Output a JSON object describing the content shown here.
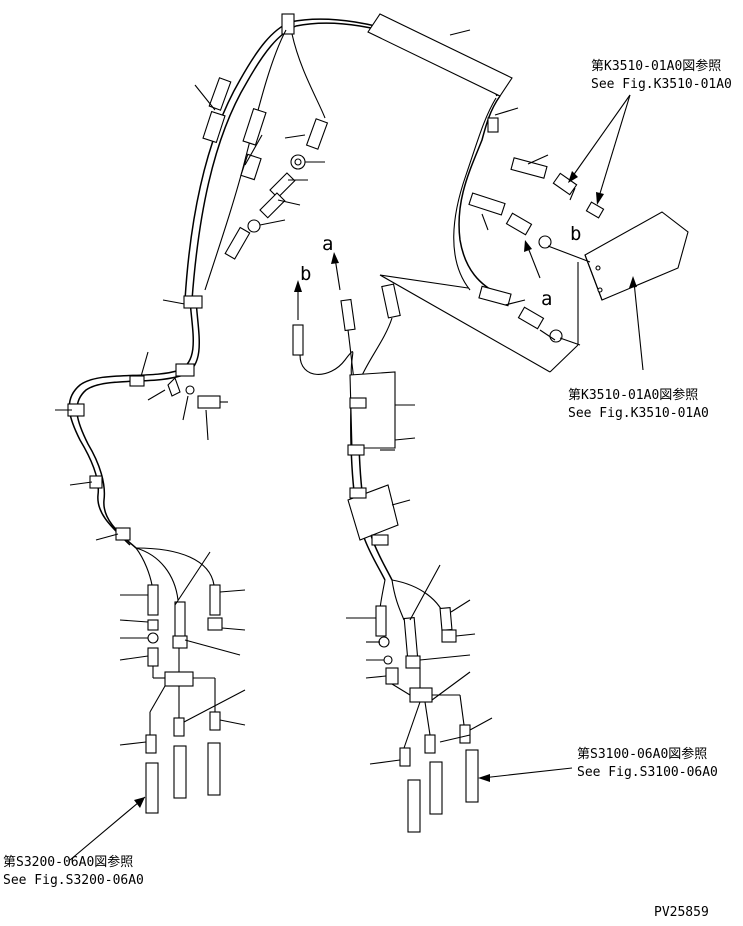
{
  "references": {
    "top_right": {
      "jp": "第K3510-01A0図参照",
      "en": "See Fig.K3510-01A0"
    },
    "mid_right": {
      "jp": "第K3510-01A0図参照",
      "en": "See Fig.K3510-01A0"
    },
    "bottom_right": {
      "jp": "第S3100-06A0図参照",
      "en": "See Fig.S3100-06A0"
    },
    "bottom_left": {
      "jp": "第S3200-06A0図参照",
      "en": "See Fig.S3200-06A0"
    }
  },
  "markers": {
    "a": "a",
    "b": "b"
  },
  "drawing_id": "PV25859"
}
